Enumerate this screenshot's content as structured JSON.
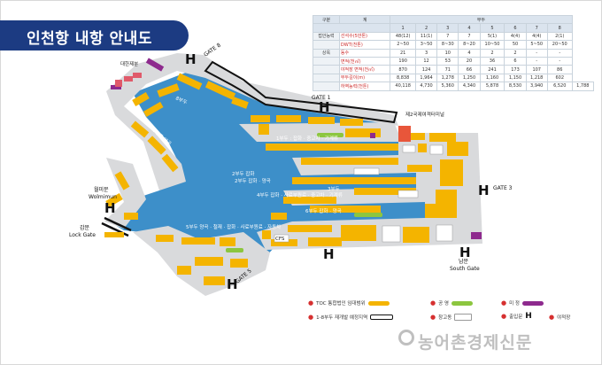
{
  "title": "인천항 내항 안내도",
  "gates": {
    "gate8": "GATE 8",
    "gate1": "GATE 1",
    "gate3": "GATE 3",
    "gate5": "GATE 5",
    "wolmi_ko": "월미문",
    "wolmi_en": "Wolmimun",
    "lock_ko": "갑문",
    "lock_en": "Lock Gate",
    "south_ko": "남문",
    "south_en": "South Gate"
  },
  "places": {
    "daehan": "대한제분",
    "terminal2": "제2국제여객터미널",
    "cfs": "CFS",
    "docks": [
      "1부두 : 잡화 · 중고차 · 기계류",
      "2부두 잡화 · 양곡",
      "3부두 사료부원료 · 중고차 · 기계류",
      "4부두 잡화 · 사료부원료 · 중고차 · 기계류",
      "5부두 양곡 · 철재 · 잡화 · 사료부원료 · 자동차",
      "6부두 잡화 · 양곡",
      "7부두 양곡",
      "8부두",
      "2부두 잡화",
      "3부두"
    ]
  },
  "table": {
    "headers": [
      "구분",
      "계",
      "부두",
      "1",
      "2",
      "3",
      "4",
      "5",
      "6",
      "7",
      "8"
    ],
    "rows": [
      {
        "cat": "접안능력",
        "label": "선석수(5만톤)",
        "values": [
          "48(12)",
          "11(1)",
          "7",
          "7",
          "5(1)",
          "4(4)",
          "4(4)",
          "2(1)"
        ]
      },
      {
        "cat": "",
        "label": "DWT(천톤)",
        "values": [
          "2~50",
          "3~50",
          "8~30",
          "8~20",
          "10~50",
          "50",
          "5~50",
          "20~50"
        ]
      },
      {
        "cat": "상옥",
        "label": "동수",
        "values": [
          "21",
          "3",
          "10",
          "4",
          "2",
          "2",
          "-",
          "-"
        ]
      },
      {
        "cat": "",
        "label": "면적(천㎡)",
        "values": [
          "190",
          "12",
          "53",
          "20",
          "36",
          "6",
          "-",
          "-"
        ]
      },
      {
        "cat": "",
        "label": "야적장 면적(천㎡)",
        "values": [
          "870",
          "124",
          "71",
          "66",
          "241",
          "173",
          "107",
          "86"
        ]
      },
      {
        "cat": "",
        "label": "부두길이(m)",
        "values": [
          "8,838",
          "1,964",
          "1,278",
          "1,250",
          "1,160",
          "1,150",
          "1,218",
          "602"
        ]
      },
      {
        "cat": "",
        "label": "하역능력(천톤)",
        "values": [
          "40,118",
          "4,730",
          "5,360",
          "4,340",
          "5,878",
          "8,530",
          "3,940",
          "6,520",
          "1,788"
        ]
      }
    ]
  },
  "legend": {
    "toc": "TOC 통합법인 임대범위",
    "redev": "1-8부두 재개발 예정지역",
    "gongyeong": "공 영",
    "changgo": "창고동",
    "chulip": "출입문",
    "misang": "미 정",
    "ajeok": "야적장"
  },
  "watermark": "농어촌경제신문",
  "colors": {
    "banner": "#1c3b82",
    "berth": "#f4b400",
    "water": "#3d8fc9",
    "land": "#d9dadc",
    "public": "#8cc63f",
    "undecided": "#8e2a8e",
    "gate_mark": "#111111"
  }
}
